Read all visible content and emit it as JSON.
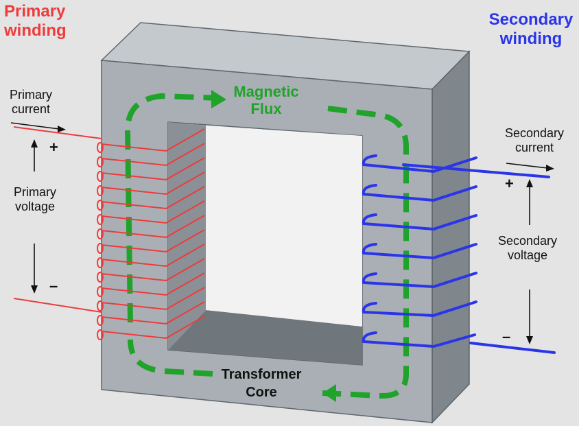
{
  "primary": {
    "title_line1": "Primary",
    "title_line2": "winding",
    "current_line1": "Primary",
    "current_line2": "current",
    "voltage_line1": "Primary",
    "voltage_line2": "voltage",
    "plus": "+",
    "minus": "–"
  },
  "secondary": {
    "title_line1": "Secondary",
    "title_line2": "winding",
    "current_line1": "Secondary",
    "current_line2": "current",
    "voltage_line1": "Secondary",
    "voltage_line2": "voltage",
    "plus": "+",
    "minus": "–"
  },
  "flux": {
    "line1": "Magnetic",
    "line2": "Flux"
  },
  "core": {
    "line1": "Transformer",
    "line2": "Core"
  },
  "colors": {
    "primary": "#ee3b3b",
    "secondary": "#2a35e8",
    "flux": "#1fa32a",
    "core_front": "#a9afb4",
    "core_top": "#c4c9cd",
    "core_side": "#7f868c",
    "background": "#e4e4e4"
  }
}
